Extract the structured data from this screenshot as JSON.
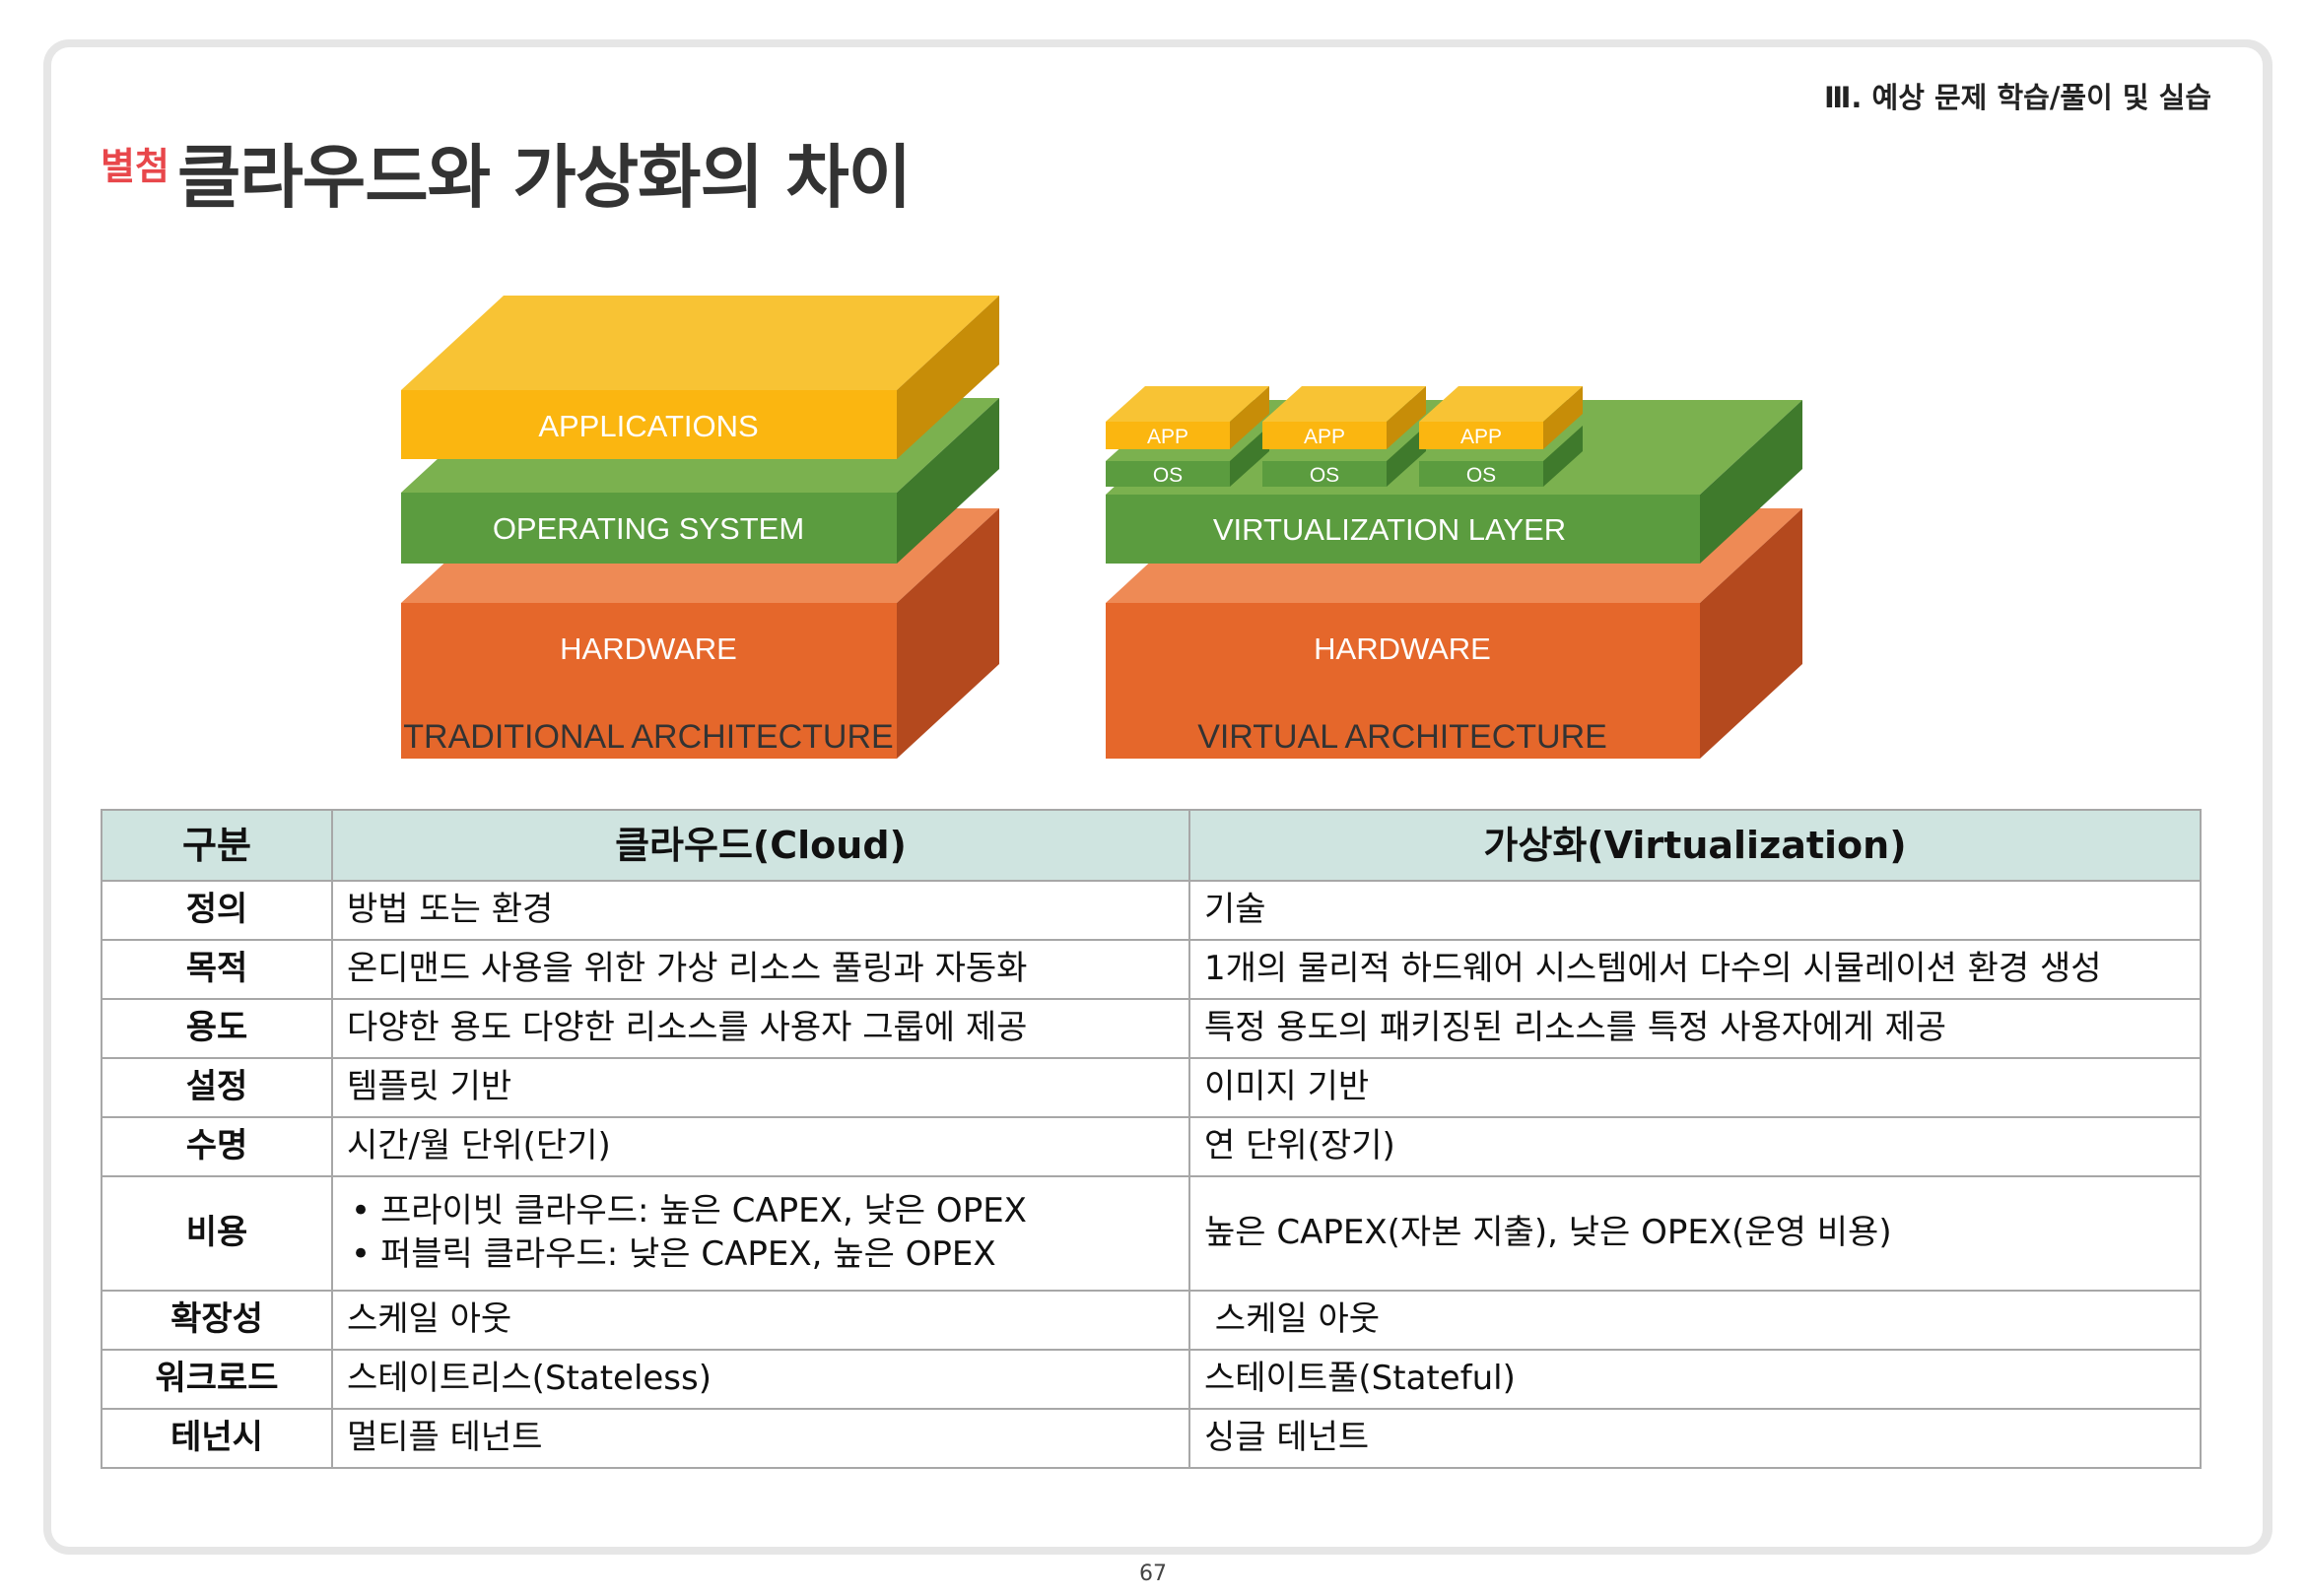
{
  "header": {
    "section": "Ⅲ. 예상 문제 학습/풀이 및 실습",
    "tag": "별첨",
    "title": "클라우드와 가상화의 차이"
  },
  "figure": {
    "traditional": {
      "caption": "TRADITIONAL ARCHITECTURE",
      "layers": {
        "applications": "APPLICATIONS",
        "os": "OPERATING SYSTEM",
        "hardware": "HARDWARE"
      }
    },
    "virtual": {
      "caption": "VIRTUAL ARCHITECTURE",
      "layers": {
        "virtualization": "VIRTUALIZATION LAYER",
        "hardware": "HARDWARE"
      },
      "vm_app": "APP",
      "vm_os": "OS"
    },
    "colors": {
      "app": "#fbb610",
      "os": "#5b9c3f",
      "hardware": "#e5672b",
      "arrow": "#2b2b2b"
    }
  },
  "table": {
    "headers": [
      "구분",
      "클라우드(Cloud)",
      "가상화(Virtualization)"
    ],
    "rows": [
      {
        "label": "정의",
        "cloud": "방법 또는 환경",
        "virt": "기술"
      },
      {
        "label": "목적",
        "cloud": "온디맨드 사용을 위한 가상 리소스 풀링과 자동화",
        "virt": "1개의 물리적 하드웨어 시스템에서 다수의 시뮬레이션 환경 생성"
      },
      {
        "label": "용도",
        "cloud": "다양한 용도 다양한 리소스를 사용자 그룹에 제공",
        "virt": "특정 용도의 패키징된 리소스를 특정 사용자에게 제공"
      },
      {
        "label": "설정",
        "cloud": "템플릿 기반",
        "virt": "이미지 기반"
      },
      {
        "label": "수명",
        "cloud": "시간/월 단위(단기)",
        "virt": "연 단위(장기)"
      },
      {
        "label": "비용",
        "cloud_bullets": [
          "프라이빗 클라우드: 높은 CAPEX, 낮은 OPEX",
          "퍼블릭 클라우드: 낮은 CAPEX, 높은 OPEX"
        ],
        "virt": "높은 CAPEX(자본 지출), 낮은 OPEX(운영 비용)"
      },
      {
        "label": "확장성",
        "cloud": "스케일 아웃",
        "virt": " 스케일 아웃"
      },
      {
        "label": "워크로드",
        "cloud": "스테이트리스(Stateless)",
        "virt": "스테이트풀(Stateful)"
      },
      {
        "label": "테넌시",
        "cloud": "멀티플 테넌트",
        "virt": "싱글 테넌트"
      }
    ]
  },
  "footer": {
    "page_number": "67"
  }
}
